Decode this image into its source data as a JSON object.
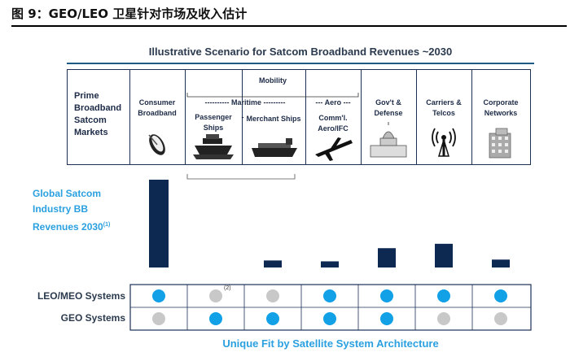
{
  "figure_title": "图 9：GEO/LEO 卫星针对市场及收入估计",
  "chart_title": "Illustrative Scenario for Satcom Broadband Revenues ~2030",
  "header": {
    "prime_markets": "Prime Broadband Satcom Markets",
    "mobility": "Mobility",
    "maritime": "---------- Maritime ---------",
    "aero": "--- Aero ---",
    "columns": [
      "Consumer Broadband",
      "Passenger Ships",
      "Merchant Ships",
      "Comm'l. Aero/IFC",
      "Gov't & Defense",
      "Carriers & Telcos",
      "Corporate Networks"
    ]
  },
  "metric_label": "Global Satcom Industry BB Revenues 2030",
  "metric_footnote": "(1)",
  "leo_footnote": "(2)",
  "row_labels": {
    "leo": "LEO/MEO Systems",
    "geo": "GEO Systems"
  },
  "bottom_title": "Unique Fit by Satellite System Architecture",
  "colors": {
    "bar": "#0d2952",
    "fit": "#12a0e6",
    "no_fit": "#c8c8c8",
    "accent": "#2aa0e0"
  },
  "chart_data": {
    "type": "bar",
    "categories": [
      "Consumer Broadband",
      "Passenger Ships",
      "Merchant Ships",
      "Comm'l. Aero/IFC",
      "Gov't & Defense",
      "Carriers & Telcos",
      "Corporate Networks"
    ],
    "values": [
      100,
      0,
      8,
      7,
      22,
      27,
      9
    ],
    "value_unit": "relative (illustrative)",
    "ylim": [
      0,
      100
    ],
    "fit_matrix": {
      "LEO/MEO Systems": [
        true,
        false,
        false,
        true,
        true,
        true,
        true
      ],
      "GEO Systems": [
        false,
        true,
        true,
        true,
        true,
        false,
        false
      ]
    }
  }
}
